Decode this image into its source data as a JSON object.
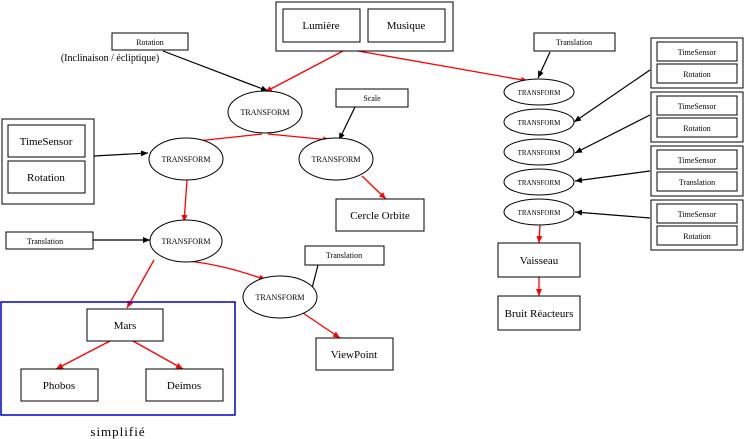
{
  "colors": {
    "red": "#ff0000",
    "black": "#000000",
    "blue": "#0000cc"
  },
  "nodes": {
    "lumiere": "Lumière",
    "musique": "Musique",
    "rotation_top": "Rotation",
    "inclinaison": "(Inclinaison / écliptique)",
    "transform": "TRANSFORM",
    "scale": "Scale",
    "timesensor": "TimeSensor",
    "rotation": "Rotation",
    "cercle_orbite": "Cercle Orbite",
    "translation": "Translation",
    "mars": "Mars",
    "phobos": "Phobos",
    "deimos": "Deimos",
    "viewpoint": "ViewPoint",
    "vaisseau": "Vaisseau",
    "bruit": "Bruit Réacteurs",
    "simplifie": "simplifié"
  }
}
